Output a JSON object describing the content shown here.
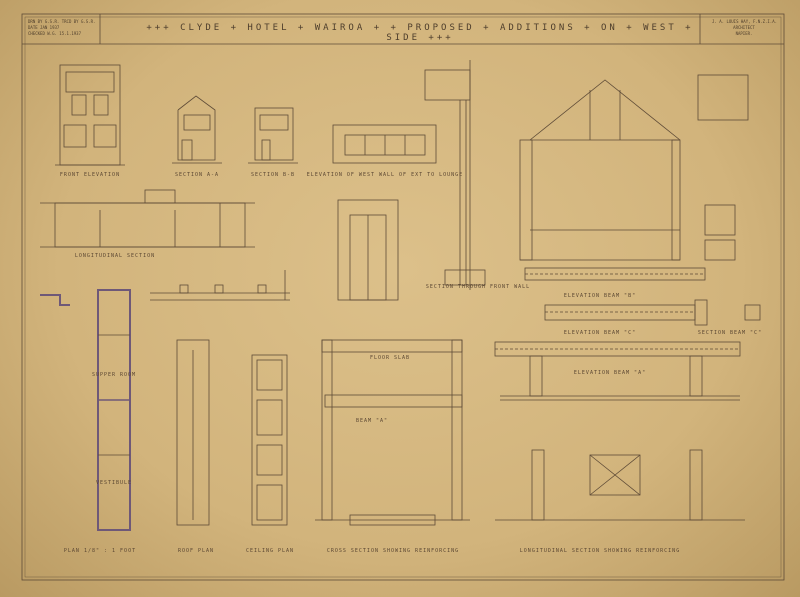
{
  "sheet": {
    "title": "+++ CLYDE + HOTEL + WAIROA + + PROPOSED + ADDITIONS + ON + WEST + SIDE +++",
    "title_block_left": [
      "DRN BY G.S.R.  TRCD BY G.S.R.",
      "DATE  JAN 1937",
      "CHECKED  W.G.  15.1.1937"
    ],
    "title_block_right": [
      "J. A. LOUIS HAY, F.N.Z.I.A.",
      "ARCHITECT",
      "NAPIER."
    ]
  },
  "drawings": {
    "front_elevation": "FRONT ELEVATION",
    "section_aa": "SECTION A-A",
    "section_bb": "SECTION B-B",
    "west_wall_elevation": "ELEVATION OF WEST WALL OF EXT TO LOUNGE",
    "longitudinal_section": "LONGITUDINAL SECTION",
    "section_front_wall": "SECTION THROUGH FRONT WALL",
    "elevation_beam_b": "ELEVATION BEAM \"B\"",
    "elevation_beam_c": "ELEVATION BEAM \"C\"",
    "section_beam_c": "SECTION BEAM \"C\"",
    "elevation_beam_a": "ELEVATION BEAM \"A\"",
    "floor_slab": "FLOOR SLAB",
    "beam_a": "BEAM \"A\"",
    "plan": "PLAN 1/8\" : 1 FOOT",
    "roof_plan": "ROOF PLAN",
    "ceiling_plan": "CEILING PLAN",
    "cross_section": "CROSS SECTION SHOWING REINFORCING",
    "long_section": "LONGITUDINAL SECTION SHOWING REINFORCING",
    "supper_room": "SUPPER ROOM",
    "vestibule": "VESTIBULE"
  }
}
